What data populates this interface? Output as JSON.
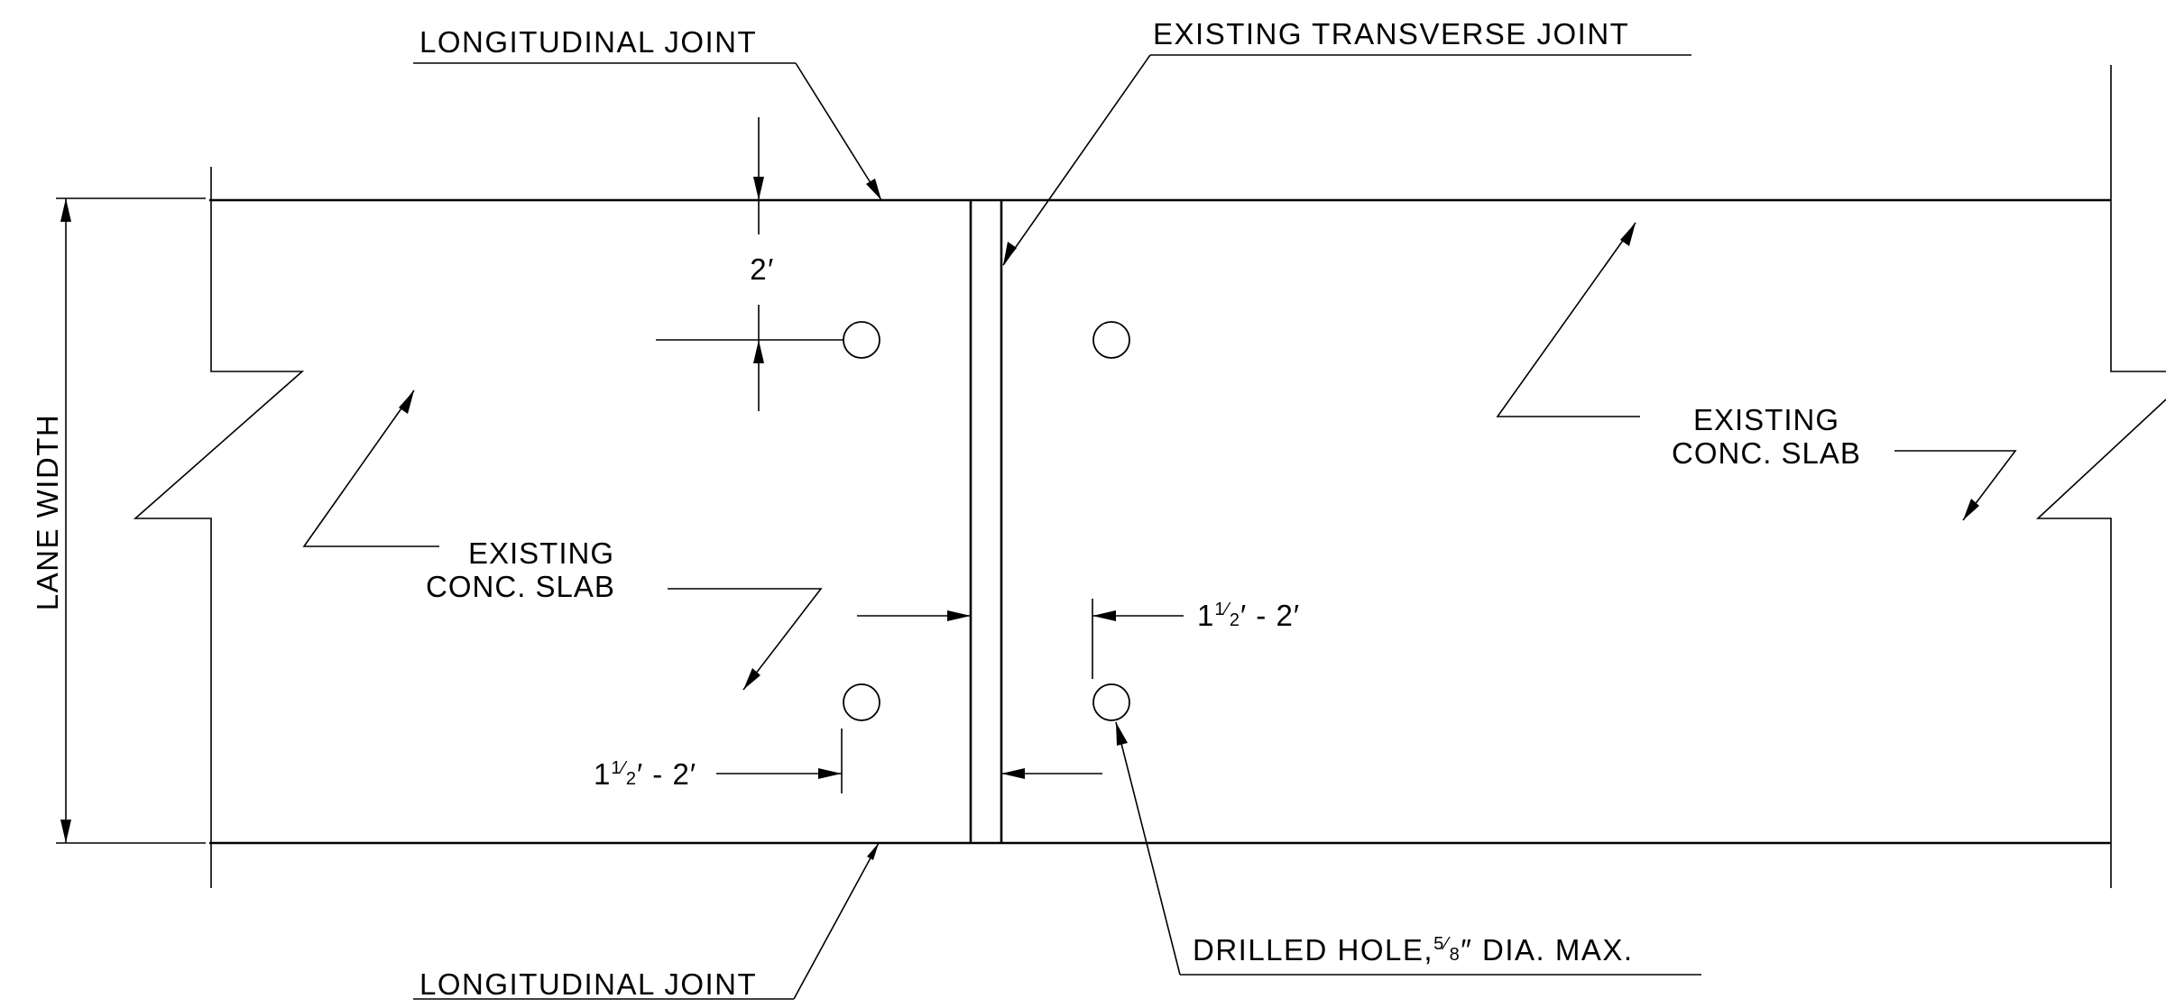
{
  "labels": {
    "longitudinal_joint_top": "LONGITUDINAL  JOINT",
    "longitudinal_joint_bottom": "LONGITUDINAL  JOINT",
    "existing_transverse_joint": "EXISTING  TRANSVERSE  JOINT",
    "lane_width": "LANE  WIDTH",
    "slab_left_line1": "EXISTING",
    "slab_left_line2": "CONC. SLAB",
    "slab_right_line1": "EXISTING",
    "slab_right_line2": "CONC. SLAB",
    "drilled_hole_prefix": "DRILLED  HOLE,",
    "drilled_hole_numerator": "5",
    "drilled_hole_denominator": "8",
    "drilled_hole_suffix": "″  DIA. MAX."
  },
  "dimensions": {
    "hole_offset_from_joint": "2′",
    "left_edge_distance_whole": "1",
    "left_edge_distance_numerator": "1",
    "left_edge_distance_denominator": "2",
    "left_edge_distance_rest": "′ - 2′",
    "right_edge_distance_whole": "1",
    "right_edge_distance_numerator": "1",
    "right_edge_distance_denominator": "2",
    "right_edge_distance_rest": "′ - 2′"
  }
}
